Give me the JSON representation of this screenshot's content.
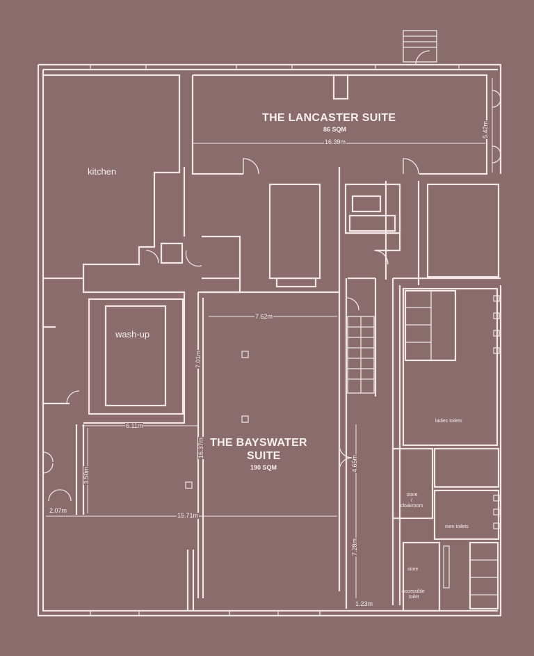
{
  "suites": {
    "lancaster": {
      "name": "THE LANCASTER SUITE",
      "area": "86 SQM"
    },
    "bayswater": {
      "name_line1": "THE BAYSWATER",
      "name_line2": "SUITE",
      "area": "190 SQM"
    }
  },
  "rooms": {
    "kitchen": "kitchen",
    "wash_up": "wash-up",
    "ladies_toilets": "ladies toilets",
    "men_toilets": "men toilets",
    "store_cloakroom_1": "store",
    "store_cloakroom_2": "/",
    "store_cloakroom_3": "cloakroom",
    "store": "store",
    "accessible_1": "accessible",
    "accessible_2": "toilet"
  },
  "dimensions": {
    "lancaster_width": "16.39m",
    "lancaster_depth": "5.42m",
    "bayswater_width": "7.62m",
    "bayswater_inner": "7.01m",
    "bayswater_height": "16.37m",
    "bayswater_width_lower": "15.71m",
    "washup_width": "6.11m",
    "side_height": "3.50m",
    "side_width": "2.07m",
    "corridor_height": "4.65m",
    "corridor_lower": "7.28m",
    "corridor_width": "1.23m"
  },
  "colors": {
    "background": "#8a6c6c",
    "line": "#f2e6e6"
  }
}
